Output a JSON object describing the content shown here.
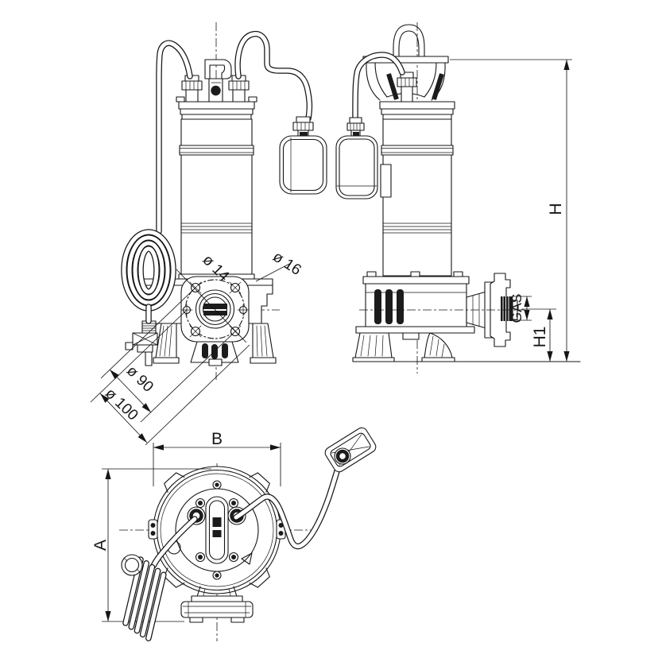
{
  "colors": {
    "line": "#161616",
    "background": "#ffffff"
  },
  "dimensions": {
    "front": {
      "bolt_hole": "ø 14",
      "side_hole": "ø 16",
      "bolt_circle": "ø 90",
      "flange_outer": "ø 100"
    },
    "side": {
      "total_height": "H",
      "port_height": "H1",
      "thread": "GAS"
    },
    "top": {
      "depth": "A",
      "width": "B"
    }
  }
}
